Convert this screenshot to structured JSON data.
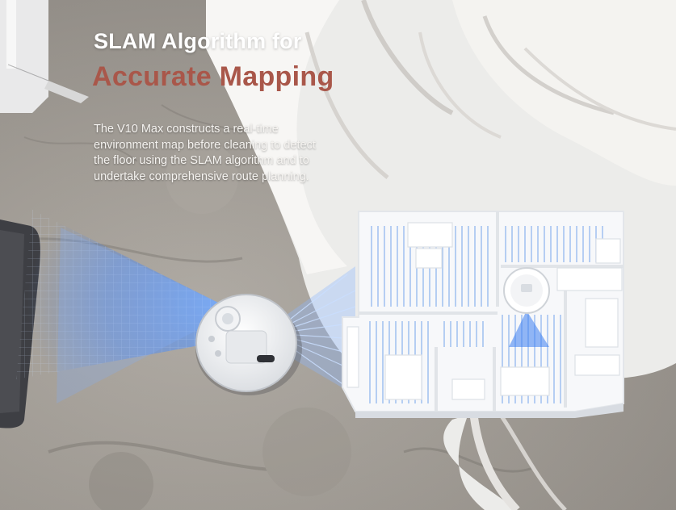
{
  "heading": {
    "line1": "SLAM Algorithm for",
    "line2": "Accurate Mapping"
  },
  "description": [
    "The V10 Max constructs a real-time",
    "environment map before cleaning to detect",
    "the floor using the SLAM algorithm and to",
    "undertake comprehensive route planning."
  ],
  "colors": {
    "accent": "#a9574a",
    "scan_blue": "#3d7df0",
    "map_white": "#f7f8fa"
  }
}
